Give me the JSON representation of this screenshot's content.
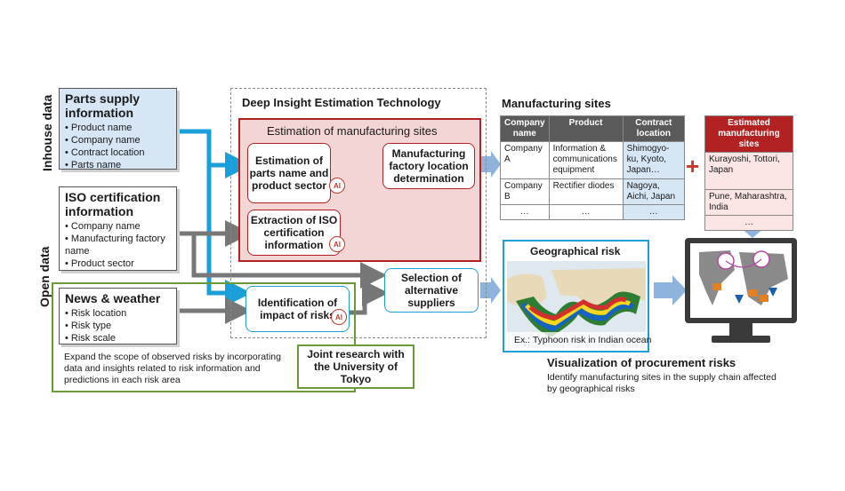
{
  "side_labels": {
    "inhouse": "Inhouse data",
    "open": "Open data"
  },
  "parts": {
    "title": "Parts supply information",
    "items": [
      "Product name",
      "Company name",
      "Contract location",
      "Parts name"
    ]
  },
  "iso": {
    "title": "ISO certification information",
    "items": [
      "Company name",
      "Manufacturing factory name",
      "Product sector"
    ]
  },
  "news": {
    "title": "News & weather",
    "items": [
      "Risk location",
      "Risk type",
      "Risk scale"
    ],
    "note": "Expand the scope of observed risks by incorporating data and insights related to risk information and predictions in each risk area"
  },
  "tech": {
    "title": "Deep Insight Estimation Technology",
    "estimation_title": "Estimation of manufacturing sites",
    "box_parts": "Estimation of parts name and product sector",
    "box_iso": "Extraction of ISO certification information",
    "box_factory": "Manufacturing factory location determination",
    "box_impact": "Identification of impact of risks",
    "box_alt": "Selection of alternative suppliers",
    "ai_label": "AI"
  },
  "joint": "Joint research with the University of Tokyo",
  "sites": {
    "title": "Manufacturing sites",
    "headers": [
      "Company name",
      "Product",
      "Contract location"
    ],
    "rows": [
      [
        "Company A",
        "Information & communications equipment",
        "Shimogyo-ku, Kyoto, Japan…"
      ],
      [
        "Company B",
        "Rectifier diodes",
        "Nagoya, Aichi, Japan"
      ],
      [
        "…",
        "…",
        "…"
      ]
    ]
  },
  "estimated": {
    "header": "Estimated manufacturing sites",
    "rows": [
      "Kurayoshi, Tottori, Japan",
      "Pune, Maharashtra, India",
      "…"
    ]
  },
  "plus": "+",
  "geo": {
    "title": "Geographical risk",
    "caption": "Ex.: Typhoon risk in Indian ocean"
  },
  "viz": {
    "title": "Visualization of procurement risks",
    "desc": "Identify manufacturing sites in the supply chain affected by geographical risks"
  },
  "colors": {
    "blue_arrow": "#1a9fd9",
    "red": "#b22222",
    "gray": "#777777",
    "light_blue_arrow": "#8eb4de",
    "green": "#6a9a3a"
  }
}
